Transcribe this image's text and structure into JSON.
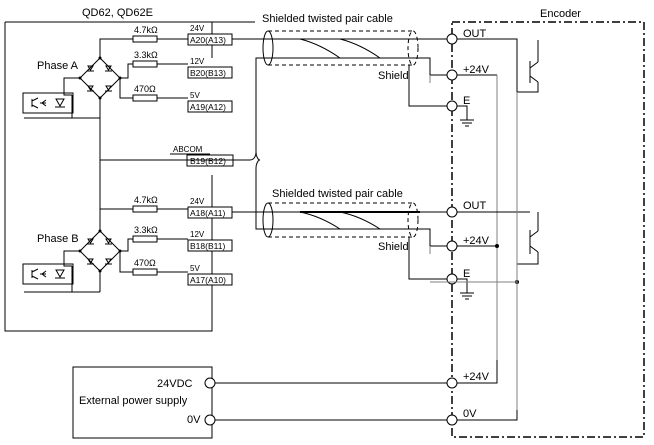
{
  "module": {
    "title": "QD62, QD62E",
    "abcom_label": "ABCOM",
    "abcom_terminal": "B19(B12)"
  },
  "encoder": {
    "title": "Encoder"
  },
  "channels": [
    {
      "name": "Phase A",
      "cable_label": "Shielded twisted pair cable",
      "shield_label": "Shield",
      "resistors": [
        "4.7kΩ",
        "3.3kΩ",
        "470Ω"
      ],
      "voltages": [
        "24V",
        "12V",
        "5V"
      ],
      "terminals": [
        "A20(A13)",
        "B20(B13)",
        "A19(A12)"
      ],
      "encoder_terminals": [
        "OUT",
        "+24V",
        "E"
      ]
    },
    {
      "name": "Phase B",
      "cable_label": "Shielded twisted pair cable",
      "shield_label": "Shield",
      "resistors": [
        "4.7kΩ",
        "3.3kΩ",
        "470Ω"
      ],
      "voltages": [
        "24V",
        "12V",
        "5V"
      ],
      "terminals": [
        "A18(A11)",
        "B18(B11)",
        "A17(A10)"
      ],
      "encoder_terminals": [
        "OUT",
        "+24V",
        "E"
      ]
    }
  ],
  "power_supply": {
    "label": "External power supply",
    "plus_label": "24VDC",
    "minus_label": "0V",
    "encoder_plus": "+24V",
    "encoder_minus": "0V"
  }
}
